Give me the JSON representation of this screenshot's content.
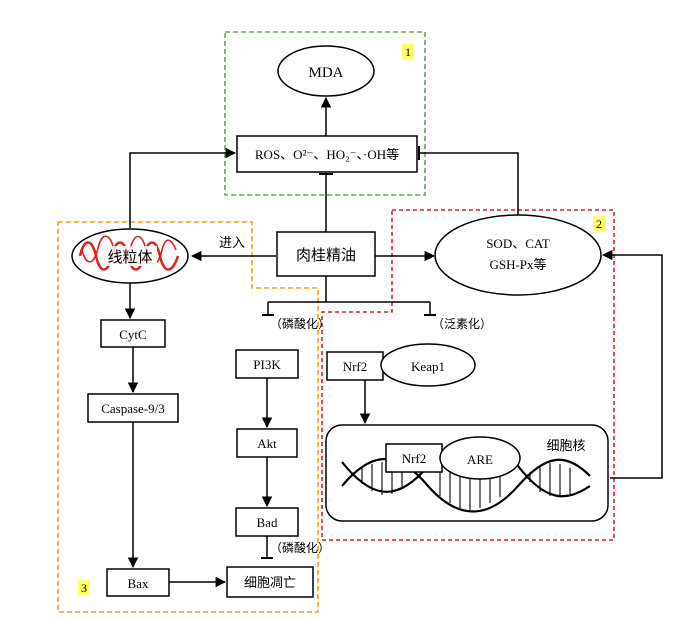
{
  "nodes": {
    "mda": "MDA",
    "ros": "ROS、O²⁻、HO₂⁻、·OH等",
    "mito": "线粒体",
    "enter": "进入",
    "oil": "肉桂精油",
    "sod_line1": "SOD、CAT",
    "sod_line2": "GSH-Px等",
    "phos1": "（磷酸化）",
    "ubiq": "（泛素化）",
    "cytc": "CytC",
    "pi3k": "PI3K",
    "nrf2": "Nrf2",
    "keap1": "Keap1",
    "caspase": "Caspase-9/3",
    "akt": "Akt",
    "nrf2_nuc": "Nrf2",
    "are": "ARE",
    "nucleus": "细胞核",
    "bad": "Bad",
    "phos2": "（磷酸化）",
    "bax": "Bax",
    "apoptosis": "细胞凋亡"
  },
  "regions": {
    "r1": "1",
    "r2": "2",
    "r3": "3"
  },
  "colors": {
    "region1": "#6aa84f",
    "region2": "#d9231f",
    "region3": "#f0a020",
    "label_bg": "#ffff66",
    "mito_red": "#d9231f",
    "line": "#000000"
  }
}
